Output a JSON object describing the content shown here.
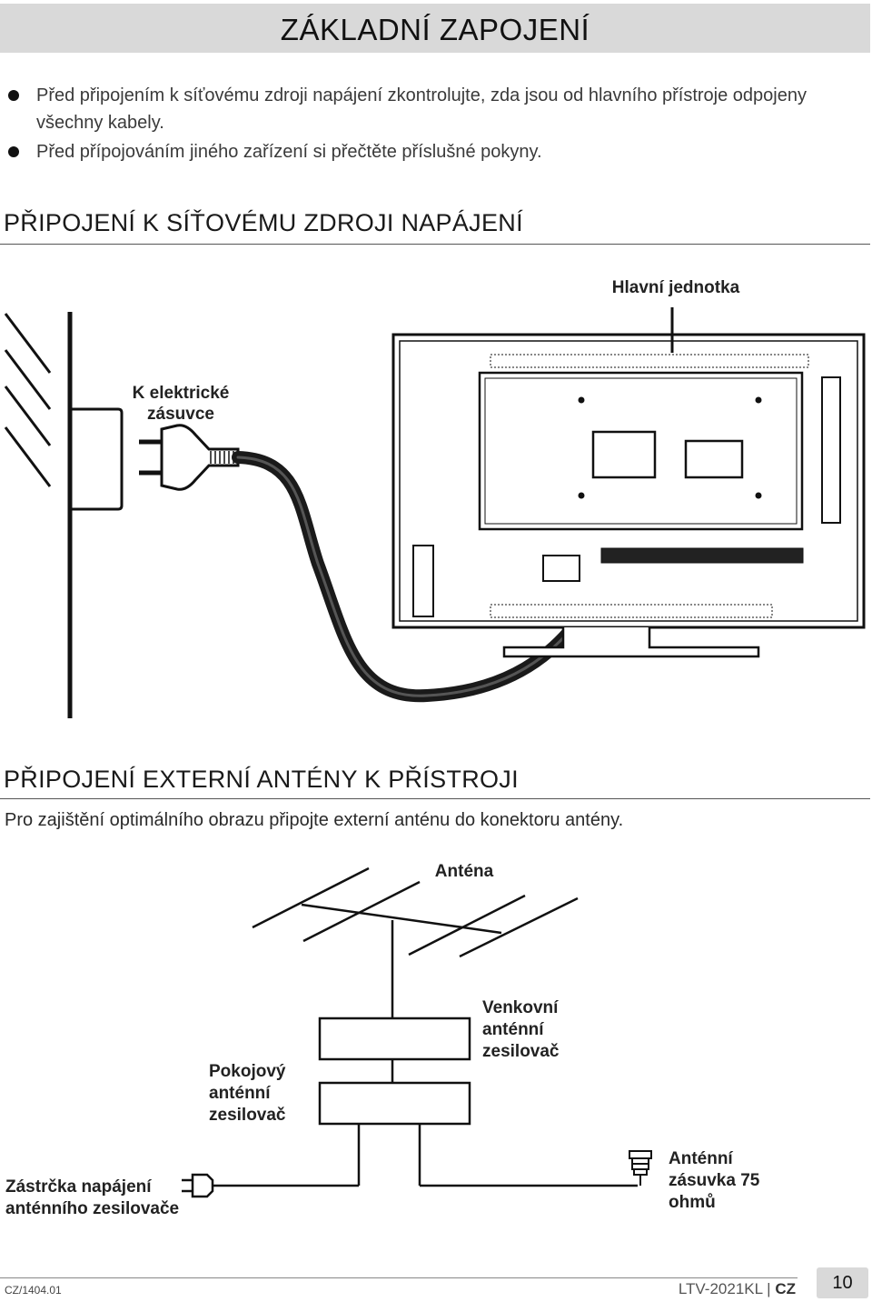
{
  "page_title": "ZÁKLADNÍ ZAPOJENÍ",
  "bullets": [
    "Před připojením k síťovému zdroji napájení zkontrolujte, zda jsou od hlavního přístroje odpojeny všechny kabely.",
    "Před přípojováním jiného zařízení si přečtěte příslušné pokyny."
  ],
  "section1": {
    "heading": "PŘIPOJENÍ K SÍŤOVÉMU ZDROJI NAPÁJENÍ",
    "label_main_unit": "Hlavní jednotka",
    "label_socket_line1": "K elektrické",
    "label_socket_line2": "zásuvce"
  },
  "section2": {
    "heading": "PŘIPOJENÍ EXTERNÍ ANTÉNY K PŘÍSTROJI",
    "paragraph": "Pro zajištění optimálního obrazu připojte externí anténu do konektoru antény.",
    "label_antenna": "Anténa",
    "label_outdoor_amp": [
      "Venkovní",
      "anténní",
      "zesilovač"
    ],
    "label_indoor_amp": [
      "Pokojový",
      "anténní",
      "zesilovač"
    ],
    "label_plug": [
      "Zástrčka napájení",
      "anténního zesilovače"
    ],
    "label_socket": [
      "Anténní",
      "zásuvka 75",
      "ohmů"
    ]
  },
  "footer": {
    "doc_code": "CZ/1404.01",
    "model": "LTV-2021KL",
    "separator": "|",
    "lang": "CZ",
    "page_number": "10"
  }
}
